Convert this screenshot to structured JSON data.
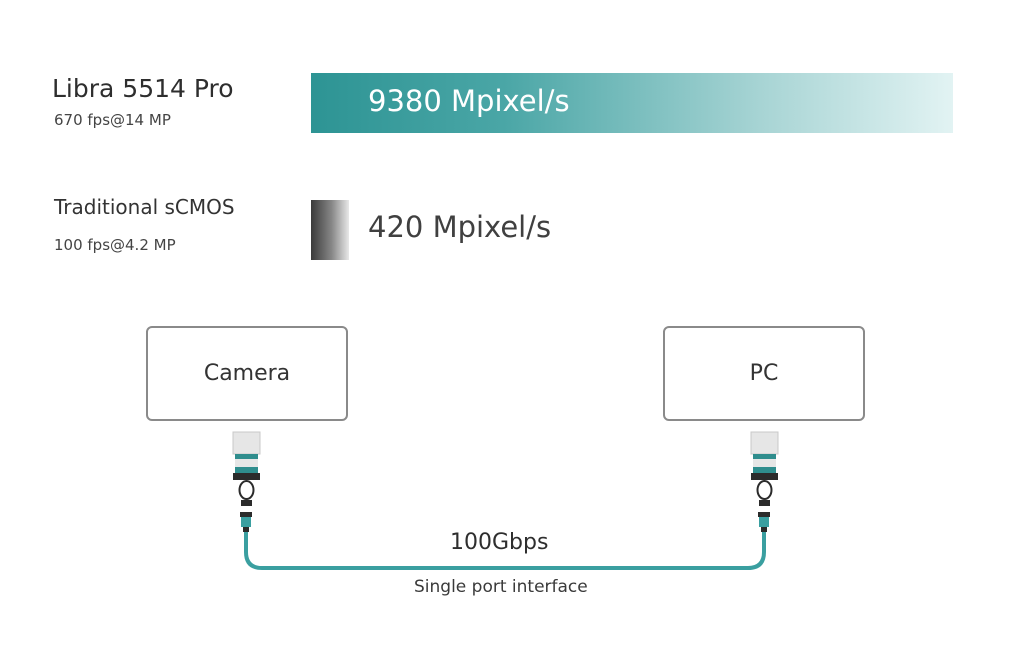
{
  "comparison": {
    "libra": {
      "name": "Libra 5514 Pro",
      "spec": "670 fps@14 MP",
      "throughput_label": "9380 Mpixel/s",
      "throughput_value": 9380
    },
    "traditional": {
      "name": "Traditional sCMOS",
      "spec": "100 fps@4.2 MP",
      "throughput_label": "420 Mpixel/s",
      "throughput_value": 420
    }
  },
  "diagram": {
    "camera_label": "Camera",
    "pc_label": "PC",
    "link_speed": "100Gbps",
    "link_description": "Single port interface"
  },
  "colors": {
    "accent": "#2d9494",
    "cable": "#3a9fa0",
    "box_border": "#8a8a8a"
  },
  "icons": [
    "transceiver-icon",
    "fiber-connector-icon"
  ]
}
